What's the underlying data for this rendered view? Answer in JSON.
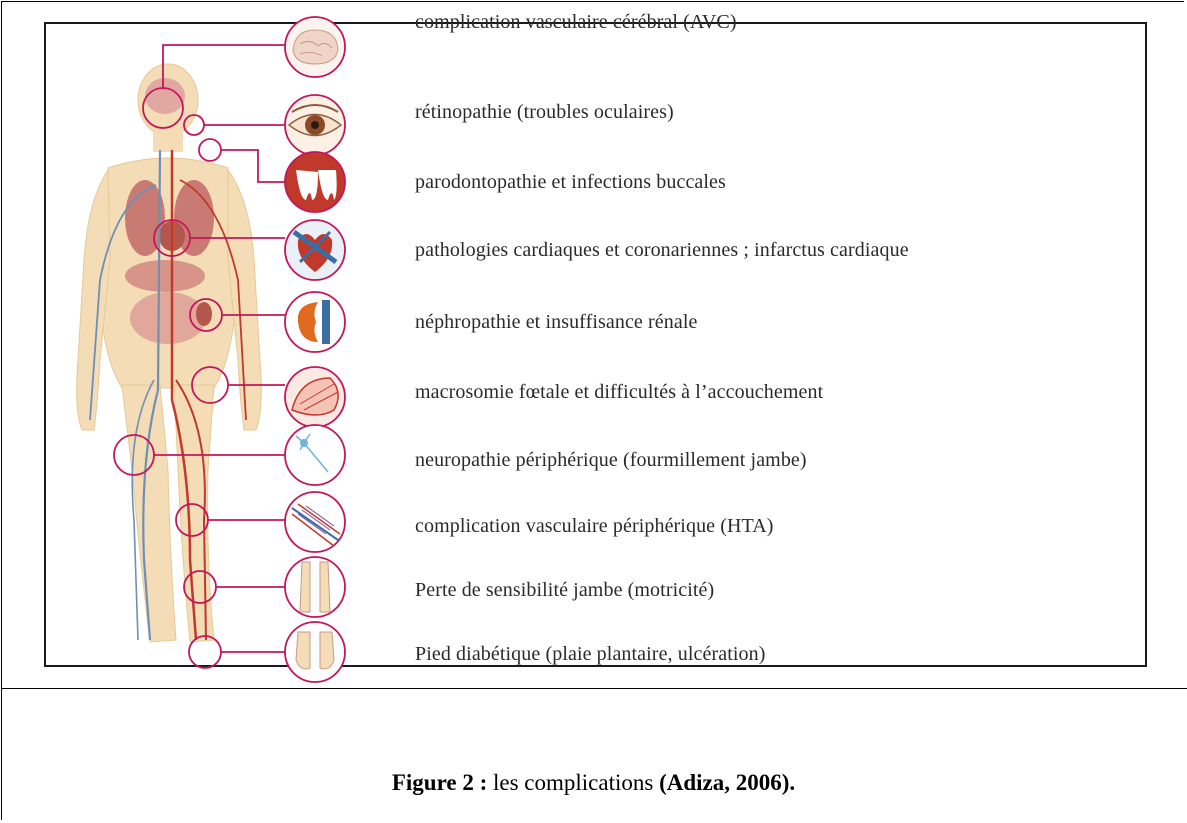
{
  "figure": {
    "labels": [
      "complication vasculaire cérébral (AVC)",
      "rétinopathie (troubles oculaires)",
      "parodontopathie et  infections buccales",
      "pathologies cardiaques et coronariennes ; infarctus cardiaque",
      "néphropathie et insuffisance rénale",
      "macrosomie fœtale et difficultés à l’accouchement",
      "neuropathie périphérique (fourmillement jambe)",
      "complication vasculaire périphérique (HTA)",
      "Perte de sensibilité jambe (motricité)",
      "Pied diabétique (plaie plantaire, ulcération)"
    ],
    "icons": [
      "brain-icon",
      "eye-icon",
      "teeth-icon",
      "heart-icon",
      "kidney-icon",
      "fetus-icon",
      "neuron-icon",
      "blood-vessel-icon",
      "legs-icon",
      "feet-icon"
    ]
  },
  "caption": {
    "label": "Figure 2 :",
    "text": " les complications ",
    "source": "(Adiza, 2006)."
  },
  "colors": {
    "connector": "#c2185b",
    "body": "#f3dcb6",
    "organ": "#c97a72",
    "artery": "#c0392b",
    "vein": "#6f8fb5"
  }
}
